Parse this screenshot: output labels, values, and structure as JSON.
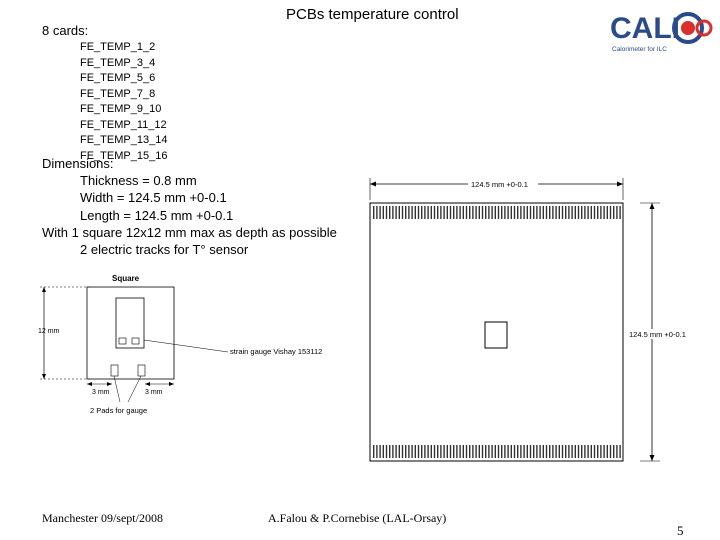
{
  "header": {
    "title": "PCBs temperature control"
  },
  "cards": {
    "label": "8 cards:",
    "items": [
      "FE_TEMP_1_2",
      "FE_TEMP_3_4",
      "FE_TEMP_5_6",
      "FE_TEMP_7_8",
      "FE_TEMP_9_10",
      "FE_TEMP_11_12",
      "FE_TEMP_13_14",
      "FE_TEMP_15_16"
    ]
  },
  "dimensions": {
    "heading": "Dimensions:",
    "thickness": "Thickness = 0.8 mm",
    "width": "Width = 124.5 mm +0-0.1",
    "length": "Length = 124.5 mm +0-0.1",
    "square_note": "With 1 square 12x12 mm max as depth as possible",
    "tracks_note": "2 electric tracks for T° sensor"
  },
  "logo": {
    "name": "CALICE",
    "letters": "CALI",
    "tagline": "Calorimeter for ILC",
    "accent": "#d9302c",
    "blue": "#2a4a8c"
  },
  "board_drawing": {
    "top_dim": "124.5 mm +0-0.1",
    "side_dim": "124.5 mm +0-0.1"
  },
  "detail_drawing": {
    "title": "Square",
    "height_dim": "12 mm",
    "gauge_label": "strain gauge Vishay 153112",
    "left_dim": "3 mm",
    "right_dim": "3 mm",
    "pads_label": "2 Pads for gauge"
  },
  "footer": {
    "left": "Manchester 09/sept/2008",
    "center": "A.Falou & P.Cornebise (LAL-Orsay)",
    "page": "5"
  }
}
